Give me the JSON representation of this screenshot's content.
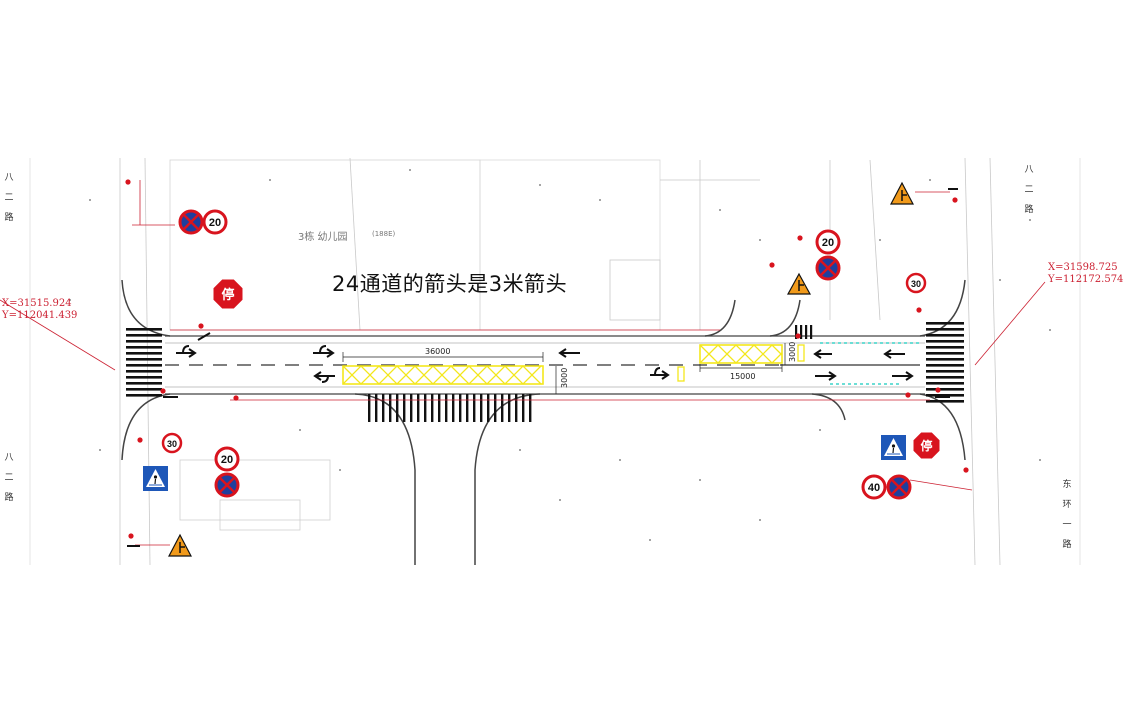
{
  "title": "24通道的箭头是3米箭头",
  "building_label": "3栋 幼儿园",
  "building_label_suffix": "(188E)",
  "coord_left": {
    "x": "X=31515.924",
    "y": "Y=112041.439"
  },
  "coord_right": {
    "x": "X=31598.725",
    "y": "Y=112172.574"
  },
  "road_left_upper": "八二路",
  "road_left_lower": "八二路",
  "road_right_upper": "八二路",
  "road_right_lower": "东环一路",
  "dimensions": {
    "d1": "36000",
    "d2": "15000",
    "d3": "3000",
    "d4": "3000"
  },
  "signs": {
    "stop": "停",
    "limit_20": "20",
    "limit_30": "30",
    "limit_40": "40"
  },
  "colors": {
    "speed_ring": "#d8141e",
    "no_parking_blue": "#1e3f9e",
    "warning_orange": "#f19a1b",
    "crosswalk_blue": "#1e57b8",
    "hatch_yellow": "#f3e71c",
    "cad_red": "#cc2233"
  }
}
